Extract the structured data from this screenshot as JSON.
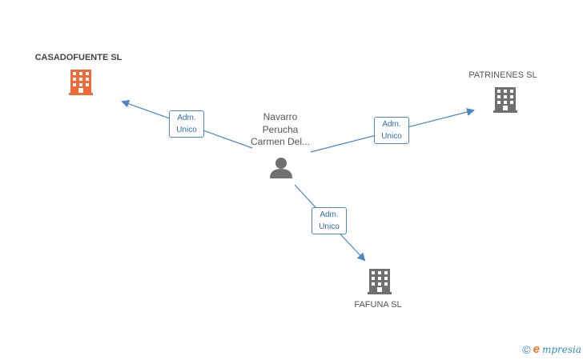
{
  "person": {
    "name_lines": [
      "Navarro",
      "Perucha",
      "Carmen Del..."
    ]
  },
  "companies": {
    "casadofuente": "CASADOFUENTE SL",
    "patrinenes": "PATRINENES SL",
    "fafuna": "FAFUNA SL"
  },
  "edges": {
    "to_casadofuente": [
      "Adm.",
      "Unico"
    ],
    "to_patrinenes": [
      "Adm.",
      "Unico"
    ],
    "to_fafuna": [
      "Adm.",
      "Unico"
    ]
  },
  "colors": {
    "edge": "#4a86c8",
    "main_company": "#f06a35",
    "company": "#707070",
    "person": "#707070"
  },
  "footer": {
    "copyright_symbol": "©",
    "brand_initial": "e",
    "brand_rest": "mpresia"
  }
}
